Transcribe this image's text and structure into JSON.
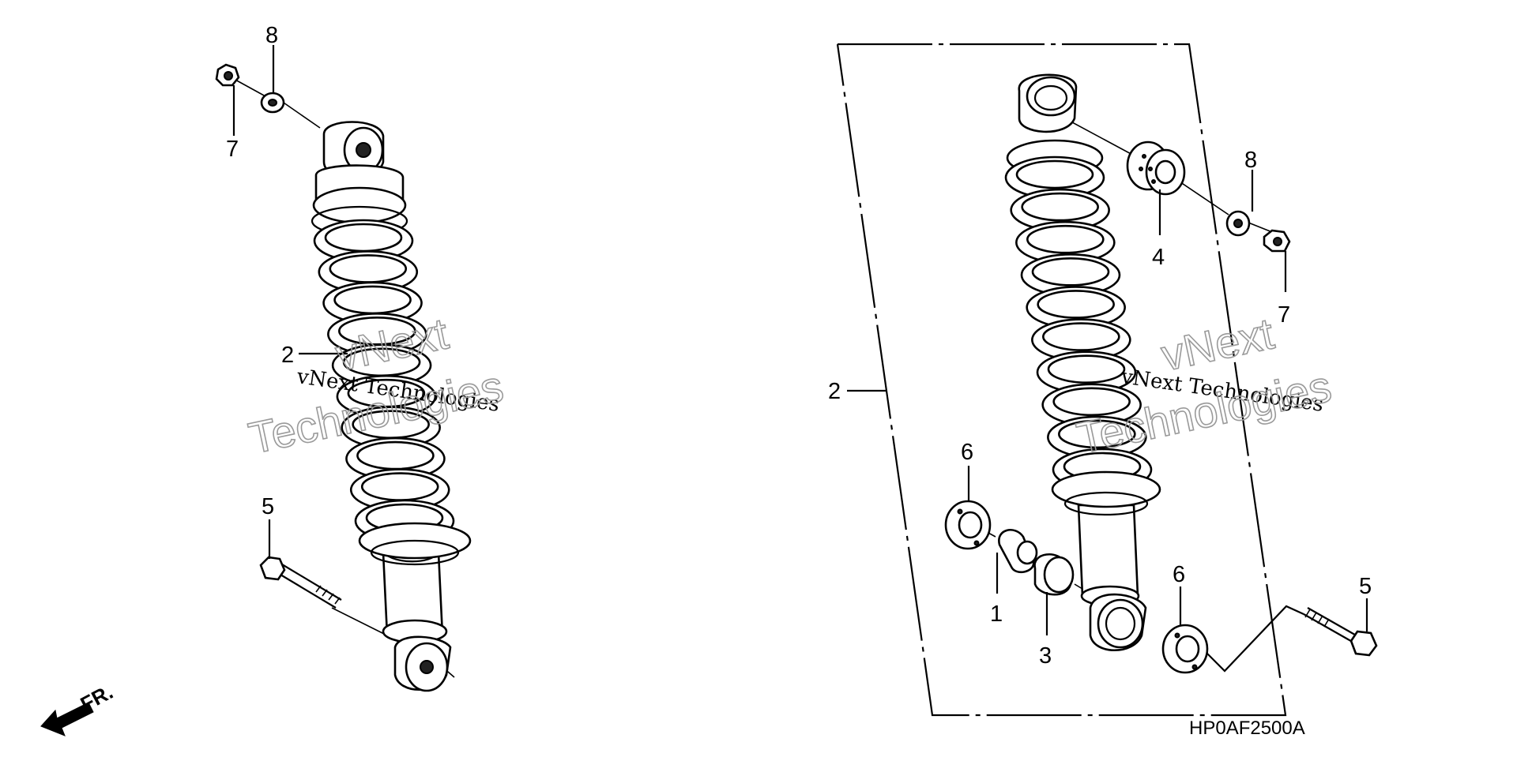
{
  "diagram": {
    "labels": {
      "left_part_1": "8",
      "left_part_2": "7",
      "left_part_3": "2",
      "left_part_4": "5",
      "right_part_1": "2",
      "right_part_2": "8",
      "right_part_3": "4",
      "right_part_4": "7",
      "right_part_5": "6",
      "right_part_6": "1",
      "right_part_7": "3",
      "right_part_8": "6",
      "right_part_9": "5"
    },
    "watermark": {
      "line_small": "vNext Technologies",
      "line_large_1": "vNext",
      "line_large_2": "Technologies"
    },
    "direction_label": "FR.",
    "diagram_code": "HP0AF2500A"
  }
}
